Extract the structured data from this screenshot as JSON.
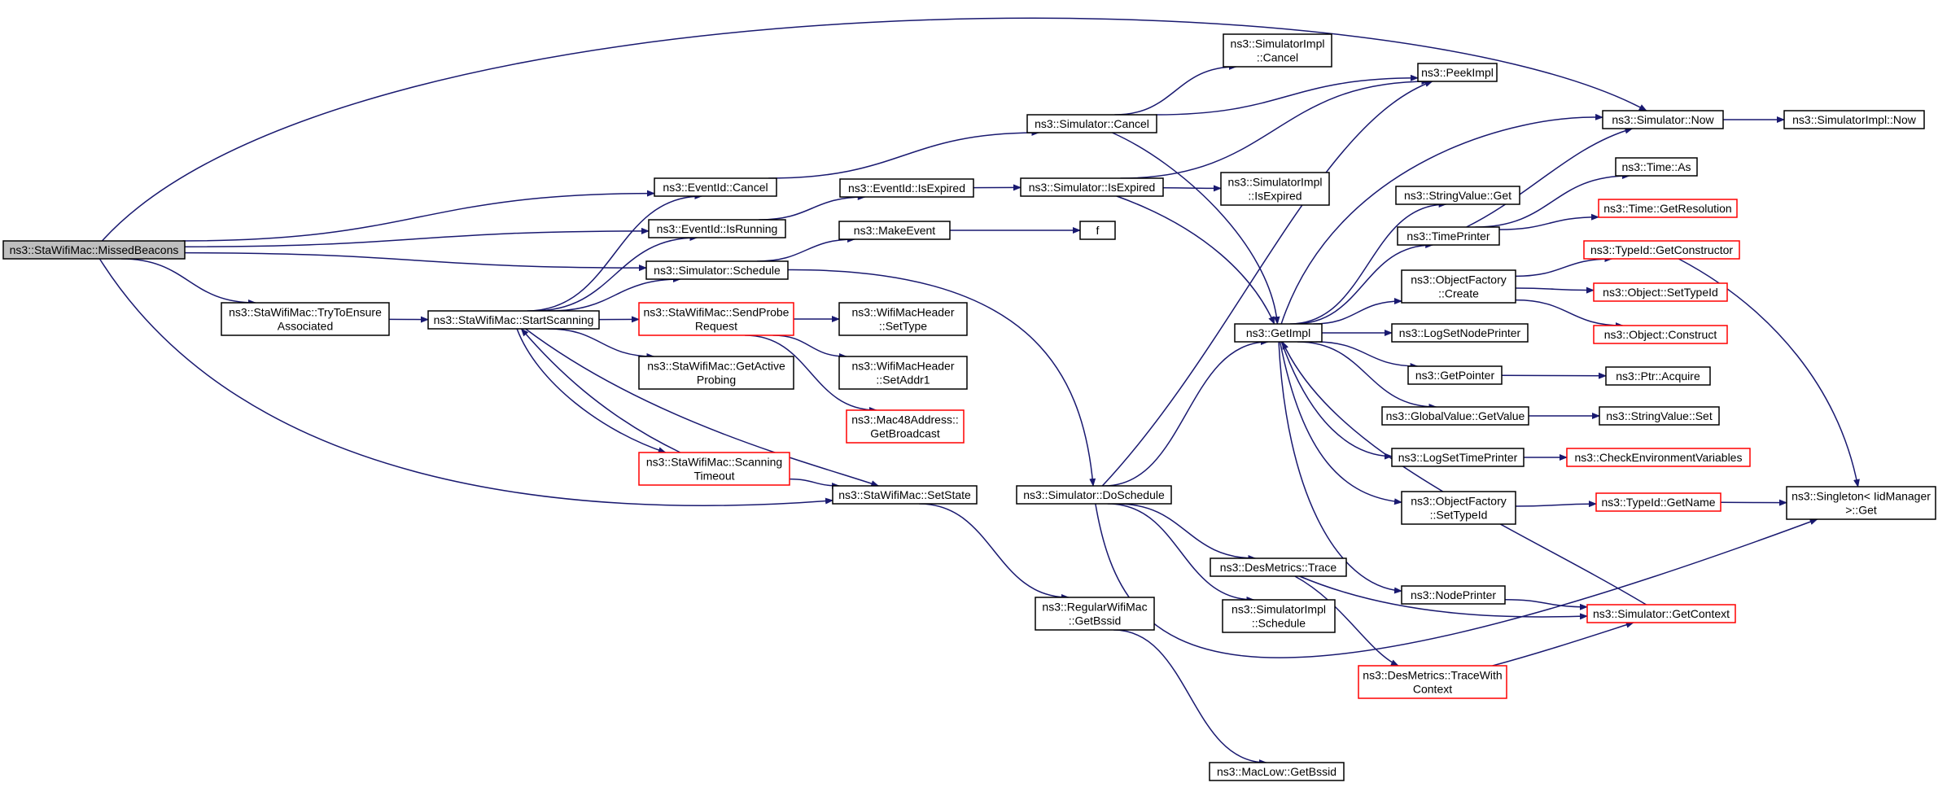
{
  "colors": {
    "edge": "#191970",
    "border_normal": "#000000",
    "border_truncated": "#ff0000",
    "root_fill": "#bfbfbf",
    "node_fill": "#ffffff",
    "text": "#000000"
  },
  "nodes": {
    "missed_beacons": {
      "lines": [
        "ns3::StaWifiMac::MissedBeacons"
      ],
      "style": "root"
    },
    "try_ensure": {
      "lines": [
        "ns3::StaWifiMac::TryToEnsure",
        "Associated"
      ],
      "style": "normal"
    },
    "start_scanning": {
      "lines": [
        "ns3::StaWifiMac::StartScanning"
      ],
      "style": "normal"
    },
    "eventid_cancel": {
      "lines": [
        "ns3::EventId::Cancel"
      ],
      "style": "normal"
    },
    "eventid_isrunning": {
      "lines": [
        "ns3::EventId::IsRunning"
      ],
      "style": "normal"
    },
    "sim_schedule": {
      "lines": [
        "ns3::Simulator::Schedule"
      ],
      "style": "normal"
    },
    "send_probe": {
      "lines": [
        "ns3::StaWifiMac::SendProbe",
        "Request"
      ],
      "style": "truncated"
    },
    "get_active_probing": {
      "lines": [
        "ns3::StaWifiMac::GetActive",
        "Probing"
      ],
      "style": "normal"
    },
    "scanning_timeout": {
      "lines": [
        "ns3::StaWifiMac::Scanning",
        "Timeout"
      ],
      "style": "truncated"
    },
    "set_state": {
      "lines": [
        "ns3::StaWifiMac::SetState"
      ],
      "style": "normal"
    },
    "eventid_isexpired": {
      "lines": [
        "ns3::EventId::IsExpired"
      ],
      "style": "normal"
    },
    "make_event": {
      "lines": [
        "ns3::MakeEvent"
      ],
      "style": "normal"
    },
    "wifimac_settype": {
      "lines": [
        "ns3::WifiMacHeader",
        "::SetType"
      ],
      "style": "normal"
    },
    "wifimac_setaddr1": {
      "lines": [
        "ns3::WifiMacHeader",
        "::SetAddr1"
      ],
      "style": "normal"
    },
    "mac48_broadcast": {
      "lines": [
        "ns3::Mac48Address::",
        "GetBroadcast"
      ],
      "style": "truncated"
    },
    "sim_cancel": {
      "lines": [
        "ns3::Simulator::Cancel"
      ],
      "style": "normal"
    },
    "sim_isexpired": {
      "lines": [
        "ns3::Simulator::IsExpired"
      ],
      "style": "normal"
    },
    "f": {
      "lines": [
        "f"
      ],
      "style": "normal"
    },
    "sim_doschedule": {
      "lines": [
        "ns3::Simulator::DoSchedule"
      ],
      "style": "normal"
    },
    "regular_getbssid": {
      "lines": [
        "ns3::RegularWifiMac",
        "::GetBssid"
      ],
      "style": "normal"
    },
    "maclow_getbssid": {
      "lines": [
        "ns3::MacLow::GetBssid"
      ],
      "style": "normal"
    },
    "simimpl_cancel": {
      "lines": [
        "ns3::SimulatorImpl",
        "::Cancel"
      ],
      "style": "normal"
    },
    "peekimpl": {
      "lines": [
        "ns3::PeekImpl"
      ],
      "style": "normal"
    },
    "simimpl_isexpired": {
      "lines": [
        "ns3::SimulatorImpl",
        "::IsExpired"
      ],
      "style": "normal"
    },
    "getimpl": {
      "lines": [
        "ns3::GetImpl"
      ],
      "style": "normal"
    },
    "desmetrics_trace": {
      "lines": [
        "ns3::DesMetrics::Trace"
      ],
      "style": "normal"
    },
    "simimpl_schedule": {
      "lines": [
        "ns3::SimulatorImpl",
        "::Schedule"
      ],
      "style": "normal"
    },
    "trace_with_context": {
      "lines": [
        "ns3::DesMetrics::TraceWith",
        "Context"
      ],
      "style": "truncated"
    },
    "stringvalue_get": {
      "lines": [
        "ns3::StringValue::Get"
      ],
      "style": "normal"
    },
    "timeprinter": {
      "lines": [
        "ns3::TimePrinter"
      ],
      "style": "normal"
    },
    "objfactory_create": {
      "lines": [
        "ns3::ObjectFactory",
        "::Create"
      ],
      "style": "normal"
    },
    "logsetnodeprinter": {
      "lines": [
        "ns3::LogSetNodePrinter"
      ],
      "style": "normal"
    },
    "getpointer": {
      "lines": [
        "ns3::GetPointer"
      ],
      "style": "normal"
    },
    "globalvalue_getvalue": {
      "lines": [
        "ns3::GlobalValue::GetValue"
      ],
      "style": "normal"
    },
    "logsettimeprinter": {
      "lines": [
        "ns3::LogSetTimePrinter"
      ],
      "style": "normal"
    },
    "objfactory_settypeid": {
      "lines": [
        "ns3::ObjectFactory",
        "::SetTypeId"
      ],
      "style": "normal"
    },
    "nodeprinter": {
      "lines": [
        "ns3::NodePrinter"
      ],
      "style": "normal"
    },
    "sim_getcontext": {
      "lines": [
        "ns3::Simulator::GetContext"
      ],
      "style": "truncated"
    },
    "sim_now": {
      "lines": [
        "ns3::Simulator::Now"
      ],
      "style": "normal"
    },
    "simimpl_now": {
      "lines": [
        "ns3::SimulatorImpl::Now"
      ],
      "style": "normal"
    },
    "time_as": {
      "lines": [
        "ns3::Time::As"
      ],
      "style": "normal"
    },
    "time_getresolution": {
      "lines": [
        "ns3::Time::GetResolution"
      ],
      "style": "truncated"
    },
    "typeid_getconstructor": {
      "lines": [
        "ns3::TypeId::GetConstructor"
      ],
      "style": "truncated"
    },
    "object_settypeid": {
      "lines": [
        "ns3::Object::SetTypeId"
      ],
      "style": "truncated"
    },
    "object_construct": {
      "lines": [
        "ns3::Object::Construct"
      ],
      "style": "truncated"
    },
    "ptr_acquire": {
      "lines": [
        "ns3::Ptr::Acquire"
      ],
      "style": "normal"
    },
    "stringvalue_set": {
      "lines": [
        "ns3::StringValue::Set"
      ],
      "style": "normal"
    },
    "check_env": {
      "lines": [
        "ns3::CheckEnvironmentVariables"
      ],
      "style": "truncated"
    },
    "typeid_getname": {
      "lines": [
        "ns3::TypeId::GetName"
      ],
      "style": "truncated"
    },
    "singleton_get": {
      "lines": [
        "ns3::Singleton< IidManager",
        " >::Get"
      ],
      "style": "normal"
    }
  },
  "edges": [
    [
      "missed_beacons",
      "eventid_cancel"
    ],
    [
      "missed_beacons",
      "eventid_isrunning"
    ],
    [
      "missed_beacons",
      "sim_schedule"
    ],
    [
      "missed_beacons",
      "sim_now"
    ],
    [
      "missed_beacons",
      "try_ensure"
    ],
    [
      "missed_beacons",
      "set_state"
    ],
    [
      "try_ensure",
      "start_scanning"
    ],
    [
      "start_scanning",
      "eventid_cancel"
    ],
    [
      "start_scanning",
      "eventid_isrunning"
    ],
    [
      "start_scanning",
      "sim_schedule"
    ],
    [
      "start_scanning",
      "send_probe"
    ],
    [
      "start_scanning",
      "get_active_probing"
    ],
    [
      "start_scanning",
      "scanning_timeout"
    ],
    [
      "start_scanning",
      "set_state"
    ],
    [
      "scanning_timeout",
      "start_scanning"
    ],
    [
      "scanning_timeout",
      "set_state"
    ],
    [
      "eventid_cancel",
      "sim_cancel"
    ],
    [
      "eventid_isrunning",
      "eventid_isexpired"
    ],
    [
      "eventid_isexpired",
      "sim_isexpired"
    ],
    [
      "sim_schedule",
      "make_event"
    ],
    [
      "sim_schedule",
      "sim_doschedule"
    ],
    [
      "make_event",
      "f"
    ],
    [
      "send_probe",
      "wifimac_settype"
    ],
    [
      "send_probe",
      "wifimac_setaddr1"
    ],
    [
      "send_probe",
      "mac48_broadcast"
    ],
    [
      "set_state",
      "regular_getbssid"
    ],
    [
      "regular_getbssid",
      "maclow_getbssid"
    ],
    [
      "sim_cancel",
      "simimpl_cancel"
    ],
    [
      "sim_cancel",
      "peekimpl"
    ],
    [
      "sim_cancel",
      "getimpl"
    ],
    [
      "sim_isexpired",
      "simimpl_isexpired"
    ],
    [
      "sim_isexpired",
      "peekimpl"
    ],
    [
      "sim_isexpired",
      "getimpl"
    ],
    [
      "sim_doschedule",
      "peekimpl"
    ],
    [
      "sim_doschedule",
      "getimpl"
    ],
    [
      "sim_doschedule",
      "desmetrics_trace"
    ],
    [
      "sim_doschedule",
      "simimpl_schedule"
    ],
    [
      "sim_doschedule",
      "singleton_get"
    ],
    [
      "desmetrics_trace",
      "trace_with_context"
    ],
    [
      "desmetrics_trace",
      "sim_getcontext"
    ],
    [
      "trace_with_context",
      "sim_getcontext"
    ],
    [
      "getimpl",
      "sim_now"
    ],
    [
      "getimpl",
      "stringvalue_get"
    ],
    [
      "getimpl",
      "timeprinter"
    ],
    [
      "getimpl",
      "objfactory_create"
    ],
    [
      "getimpl",
      "logsetnodeprinter"
    ],
    [
      "getimpl",
      "getpointer"
    ],
    [
      "getimpl",
      "globalvalue_getvalue"
    ],
    [
      "getimpl",
      "logsettimeprinter"
    ],
    [
      "getimpl",
      "objfactory_settypeid"
    ],
    [
      "getimpl",
      "nodeprinter"
    ],
    [
      "sim_getcontext",
      "getimpl"
    ],
    [
      "nodeprinter",
      "sim_getcontext"
    ],
    [
      "timeprinter",
      "sim_now"
    ],
    [
      "timeprinter",
      "time_as"
    ],
    [
      "timeprinter",
      "time_getresolution"
    ],
    [
      "sim_now",
      "simimpl_now"
    ],
    [
      "objfactory_create",
      "typeid_getconstructor"
    ],
    [
      "objfactory_create",
      "object_settypeid"
    ],
    [
      "objfactory_create",
      "object_construct"
    ],
    [
      "getpointer",
      "ptr_acquire"
    ],
    [
      "globalvalue_getvalue",
      "stringvalue_set"
    ],
    [
      "logsettimeprinter",
      "check_env"
    ],
    [
      "objfactory_settypeid",
      "typeid_getname"
    ],
    [
      "typeid_getname",
      "singleton_get"
    ],
    [
      "typeid_getconstructor",
      "singleton_get"
    ]
  ]
}
